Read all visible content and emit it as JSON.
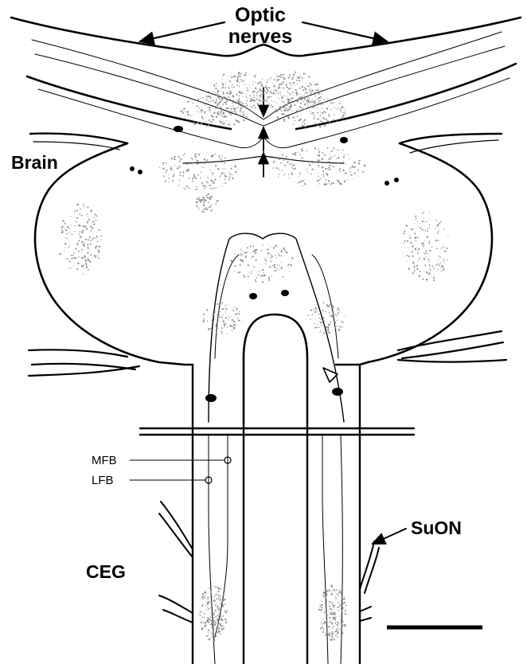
{
  "labels": {
    "optic_line1": "Optic",
    "optic_line2": "nerves",
    "brain": "Brain",
    "suon": "SuON",
    "ceg": "CEG",
    "mfb": "MFB",
    "lfb": "LFB"
  },
  "colors": {
    "ink": "#000000",
    "stipple": "#8a8a8a",
    "background": "#ffffff"
  },
  "icons": [
    "arrow-icon",
    "neuron-soma-icon",
    "open-arrowhead-icon",
    "scale-bar"
  ]
}
